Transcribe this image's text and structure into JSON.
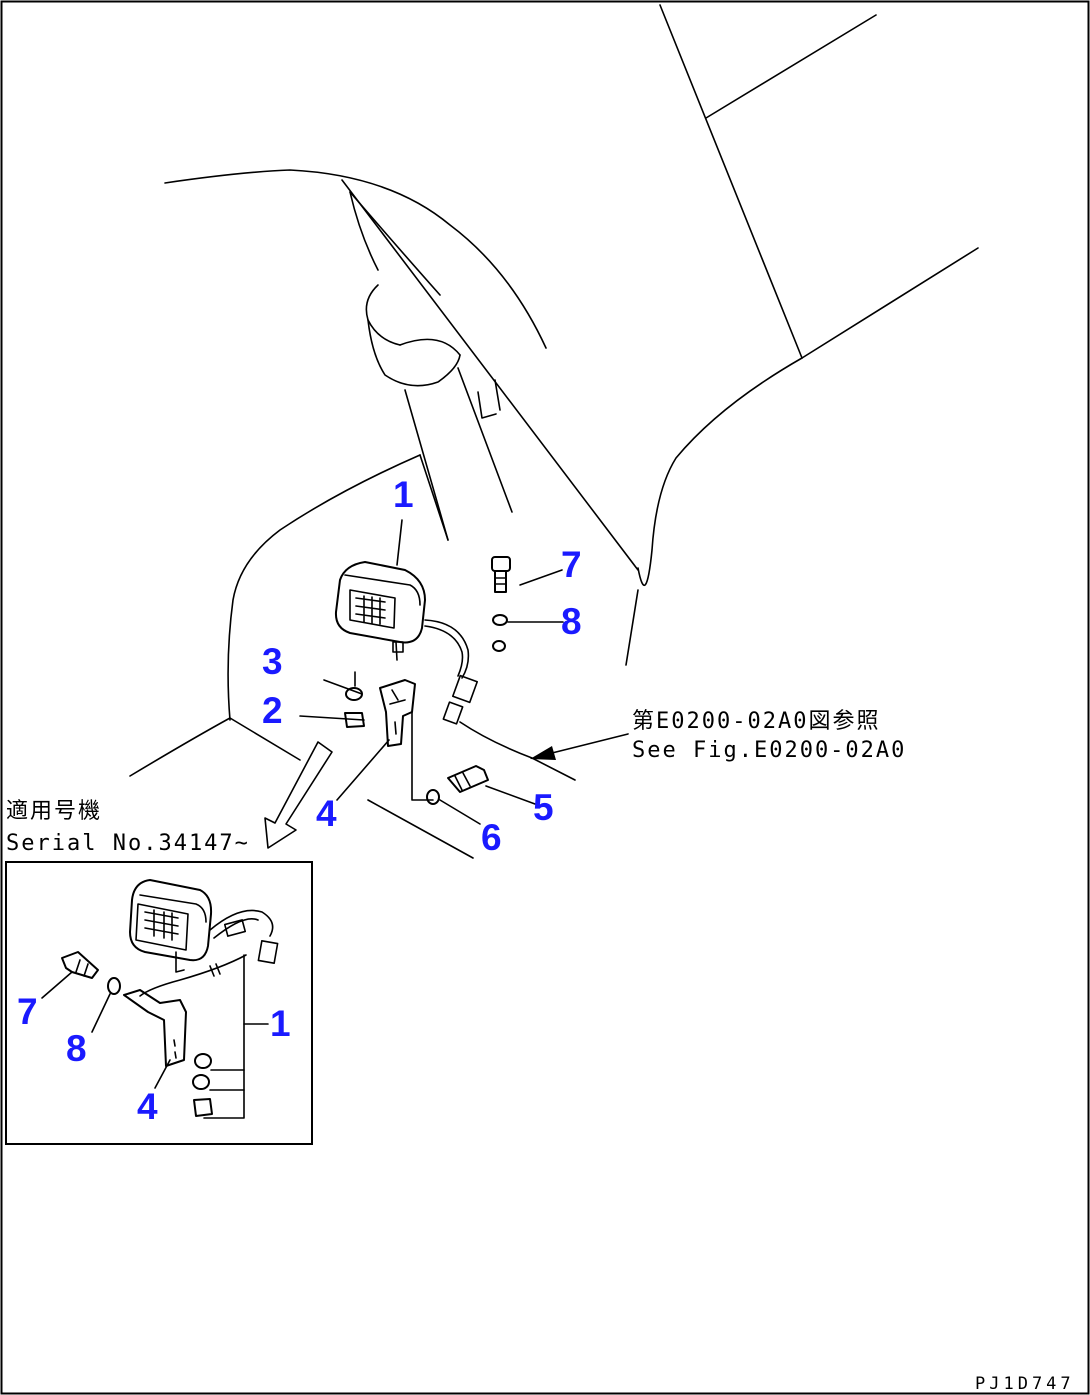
{
  "callouts": [
    {
      "id": "main-1",
      "label": "1"
    },
    {
      "id": "main-2",
      "label": "2"
    },
    {
      "id": "main-3",
      "label": "3"
    },
    {
      "id": "main-4",
      "label": "4"
    },
    {
      "id": "main-5",
      "label": "5"
    },
    {
      "id": "main-6",
      "label": "6"
    },
    {
      "id": "main-7",
      "label": "7"
    },
    {
      "id": "main-8",
      "label": "8"
    },
    {
      "id": "inset-1",
      "label": "1"
    },
    {
      "id": "inset-4",
      "label": "4"
    },
    {
      "id": "inset-7",
      "label": "7"
    },
    {
      "id": "inset-8",
      "label": "8"
    }
  ],
  "reference_note": {
    "japanese": "第E0200-02A0図参照",
    "english": "See Fig.E0200-02A0"
  },
  "serial_note": {
    "japanese": "適用号機",
    "english": "Serial No.34147~"
  },
  "drawing_code": "PJ1D747",
  "colors": {
    "callout": "#1a1aff",
    "linework": "#000000",
    "background": "#ffffff"
  }
}
